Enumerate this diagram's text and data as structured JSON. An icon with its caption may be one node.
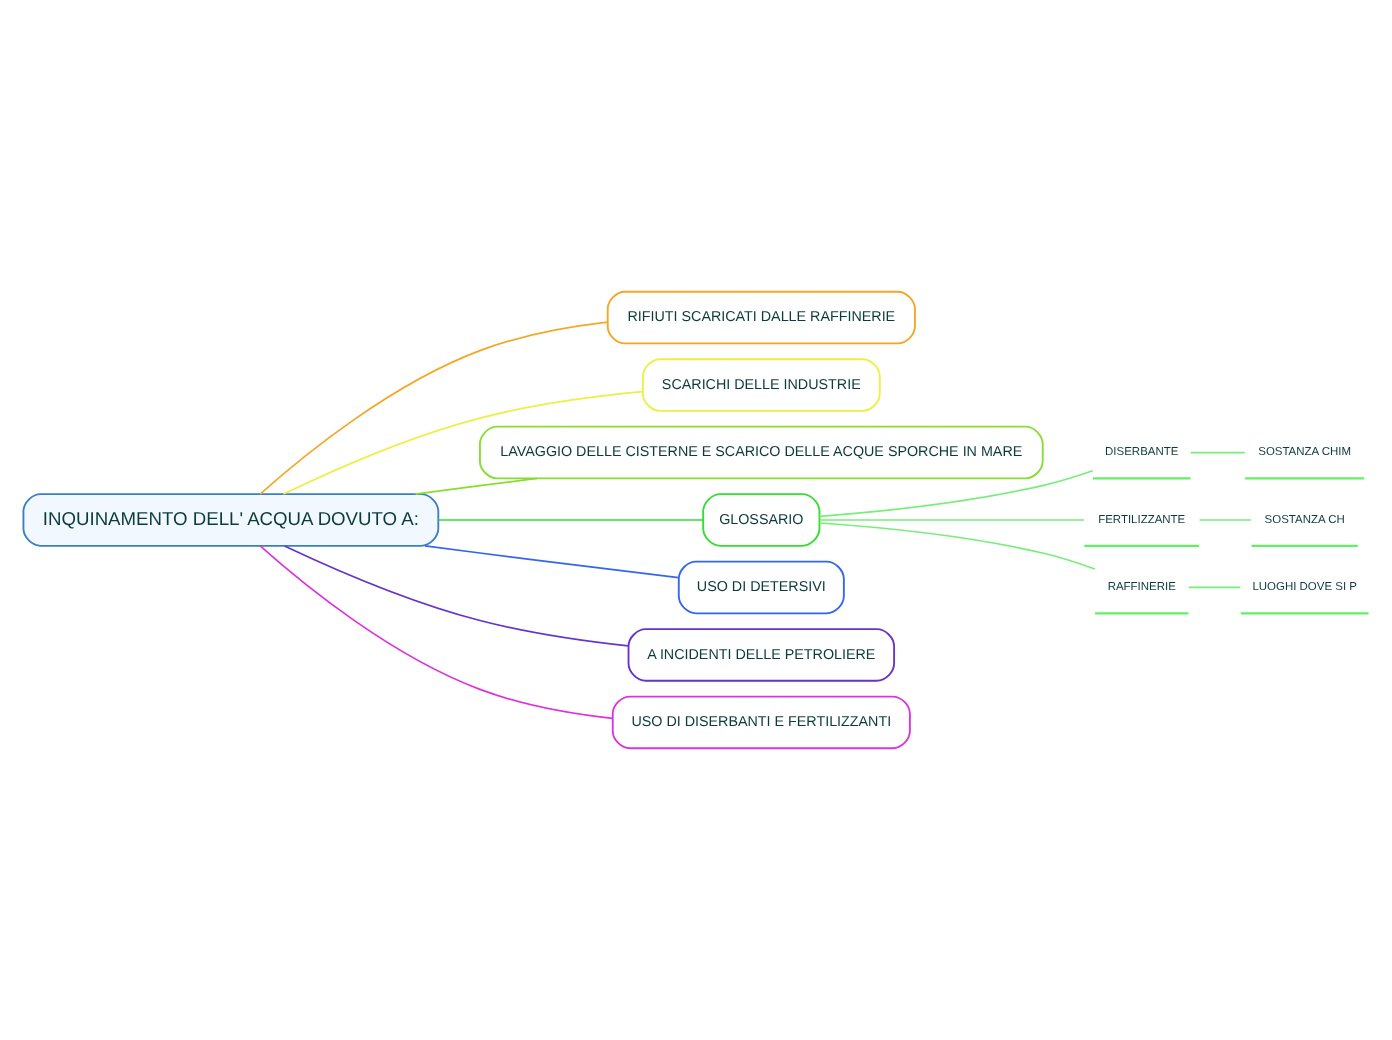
{
  "diagram": {
    "nodes": [
      {
        "text": [
          "INQUINAMENTO DELL' ACQUA DOVUTO A:"
        ]
      },
      {
        "text": [
          "RIFIUTI SCARICATI DALLE RAFFINERIE"
        ]
      },
      {
        "text": [
          "SCARICHI DELLE INDUSTRIE"
        ]
      },
      {
        "text": [
          "LAVAGGIO DELLE CISTERNE E SCARICO DELLE ACQUE SPORCHE IN MARE"
        ]
      },
      {
        "text": [
          "GLOSSARIO"
        ]
      },
      {
        "text": [
          "DISERBANTE"
        ]
      },
      {
        "text": [
          "SOSTANZA CHIM"
        ]
      },
      {
        "text": [
          "FERTILIZZANTE"
        ]
      },
      {
        "text": [
          "SOSTANZA CH"
        ]
      },
      {
        "text": [
          "RAFFINERIE"
        ]
      },
      {
        "text": [
          "LUOGHI DOVE SI P"
        ]
      },
      {
        "text": [
          "USO DI DETERSIVI"
        ]
      },
      {
        "text": [
          "A INCIDENTI DELLE PETROLIERE"
        ]
      },
      {
        "text": [
          "USO DI DISERBANTI E FERTILIZZANTI"
        ]
      }
    ],
    "edges": [
      {
        "from": 0,
        "to": 1,
        "arrow": "none",
        "color": "#f5a623"
      },
      {
        "from": 0,
        "to": 2,
        "arrow": "none",
        "color": "#eeee44"
      },
      {
        "from": 0,
        "to": 3,
        "arrow": "none",
        "color": "#88dd33"
      },
      {
        "from": 0,
        "to": 4,
        "arrow": "none"
      },
      {
        "from": 4,
        "to": 5,
        "arrow": "none",
        "color": "#77ee77"
      },
      {
        "from": 4,
        "to": 7,
        "arrow": "none",
        "color": "#77ee77"
      },
      {
        "from": 4,
        "to": 9,
        "arrow": "none",
        "color": "#77ee77"
      },
      {
        "from": 5,
        "to": 6,
        "arrow": "none",
        "color": "#77ee77"
      },
      {
        "from": 7,
        "to": 8,
        "arrow": "none",
        "color": "#77ee77"
      },
      {
        "from": 9,
        "to": 10,
        "arrow": "none",
        "color": "#77ee77"
      },
      {
        "from": 0,
        "to": 11,
        "arrow": "none",
        "color": "#3366ee"
      },
      {
        "from": 0,
        "to": 12,
        "arrow": "none",
        "color": "#6633cc"
      },
      {
        "from": 0,
        "to": 13,
        "arrow": "none",
        "color": "#dd33dd"
      }
    ]
  }
}
